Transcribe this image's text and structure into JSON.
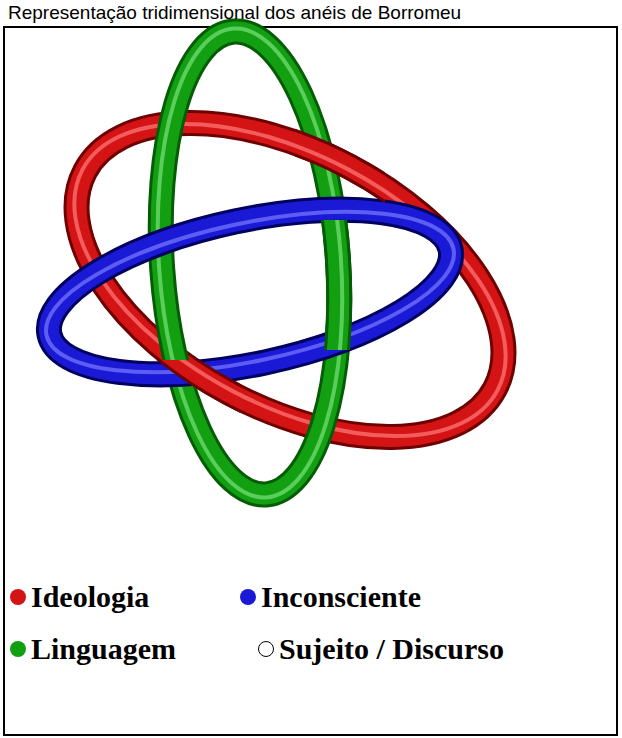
{
  "diagram": {
    "title": "Representação tridimensional dos anéis de Borromeu",
    "legend": [
      {
        "text": "Ideologia",
        "color": "#d41414"
      },
      {
        "text": "Inconsciente",
        "color": "#1a1ad6"
      },
      {
        "text": "Linguagem",
        "color": "#12a012"
      },
      {
        "text": "Sujeito / Discurso"
      }
    ]
  }
}
